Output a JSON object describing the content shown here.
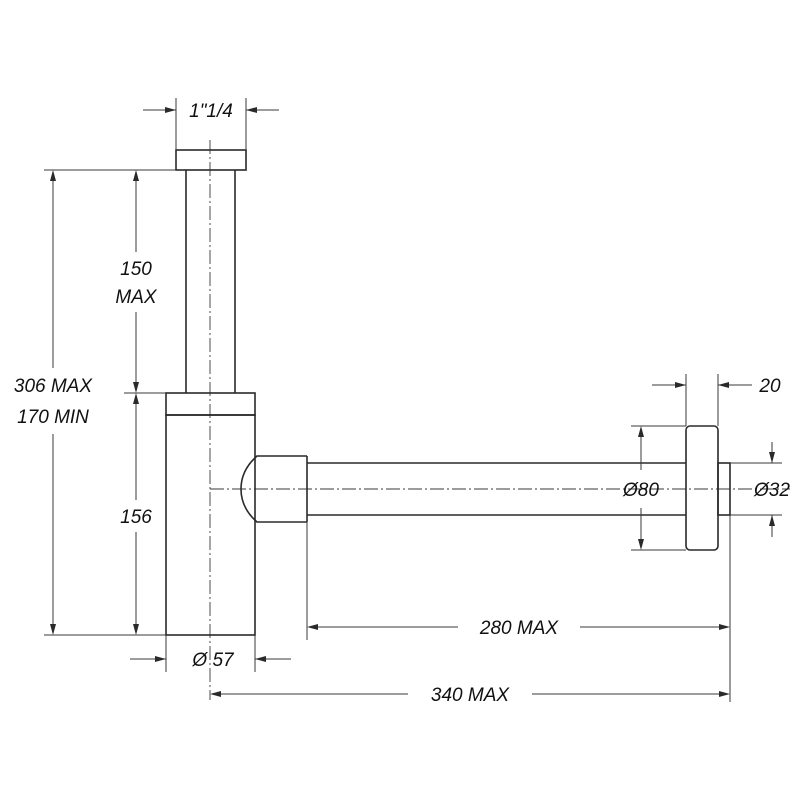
{
  "dimensions": {
    "inlet_diameter": "1\"1/4",
    "tube_length_value": "150",
    "tube_length_qualifier": "MAX",
    "total_height_max": "306 MAX",
    "total_height_min": "170 MIN",
    "body_height": "156",
    "body_diameter": "Ø 57",
    "outlet_length": "280 MAX",
    "total_length": "340 MAX",
    "flange_thickness": "20",
    "flange_diameter": "Ø80",
    "outlet_diameter": "Ø32"
  },
  "colors": {
    "line": "#2a2a2a",
    "background": "#ffffff"
  }
}
